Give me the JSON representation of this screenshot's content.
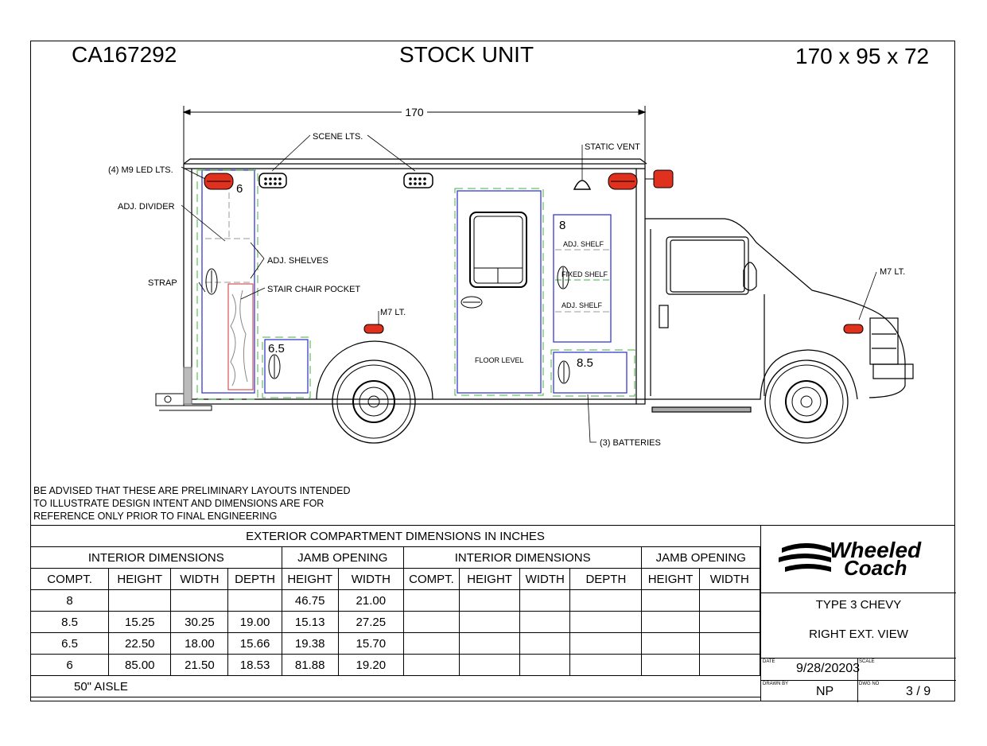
{
  "header": {
    "unit_id": "CA167292",
    "title": "STOCK UNIT",
    "dimensions": "170 x 95 x 72"
  },
  "drawing": {
    "overall_length": "170",
    "callouts": {
      "scene_lts": "SCENE LTS.",
      "static_vent": "STATIC VENT",
      "m9_led": "(4) M9 LED LTS.",
      "adj_divider": "ADJ. DIVIDER",
      "adj_shelves": "ADJ. SHELVES",
      "strap": "STRAP",
      "stair_chair": "STAIR CHAIR POCKET",
      "m7_lt_body": "M7 LT.",
      "m7_lt_cab": "M7 LT.",
      "floor_level": "FLOOR LEVEL",
      "adj_shelf_1": "ADJ. SHELF",
      "fixed_shelf": "FIXED SHELF",
      "adj_shelf_2": "ADJ. SHELF",
      "batteries": "(3) BATTERIES"
    },
    "compartment_labels": {
      "c6": "6",
      "c65": "6.5",
      "c8": "8",
      "c85": "8.5"
    }
  },
  "advisory": [
    "BE ADVISED THAT THESE ARE PRELIMINARY LAYOUTS INTENDED",
    "TO ILLUSTRATE DESIGN INTENT AND DIMENSIONS  ARE FOR",
    "REFERENCE ONLY PRIOR TO FINAL ENGINEERING"
  ],
  "table": {
    "title": "EXTERIOR COMPARTMENT DIMENSIONS IN INCHES",
    "group_headers": [
      "INTERIOR DIMENSIONS",
      "JAMB OPENING",
      "INTERIOR DIMENSIONS",
      "JAMB OPENING"
    ],
    "columns": [
      "COMPT.",
      "HEIGHT",
      "WIDTH",
      "DEPTH",
      "HEIGHT",
      "WIDTH",
      "COMPT.",
      "HEIGHT",
      "WIDTH",
      "DEPTH",
      "HEIGHT",
      "WIDTH"
    ],
    "rows": [
      [
        "8",
        "",
        "",
        "",
        "46.75",
        "21.00",
        "",
        "",
        "",
        "",
        "",
        ""
      ],
      [
        "8.5",
        "15.25",
        "30.25",
        "19.00",
        "15.13",
        "27.25",
        "",
        "",
        "",
        "",
        "",
        ""
      ],
      [
        "6.5",
        "22.50",
        "18.00",
        "15.66",
        "19.38",
        "15.70",
        "",
        "",
        "",
        "",
        "",
        ""
      ],
      [
        "6",
        "85.00",
        "21.50",
        "18.53",
        "81.88",
        "19.20",
        "",
        "",
        "",
        "",
        "",
        ""
      ]
    ],
    "note": "50\" AISLE"
  },
  "title_block": {
    "logo_line1": "Wheeled",
    "logo_line2": "Coach",
    "model": "TYPE 3 CHEVY",
    "view": "RIGHT EXT. VIEW",
    "date_label": "DATE",
    "date": "9/28/20203",
    "scale_label": "SCALE",
    "drawn_by_label": "DRAWN BY",
    "drawn_by": "NP",
    "dwg_no_label": "DWG NO",
    "dwg_no": "3 / 9"
  },
  "colors": {
    "led_red": "#e0301e",
    "blue_outline": "#3a3ad0",
    "green_dash": "#3cb43c",
    "red_outline": "#d03030"
  }
}
